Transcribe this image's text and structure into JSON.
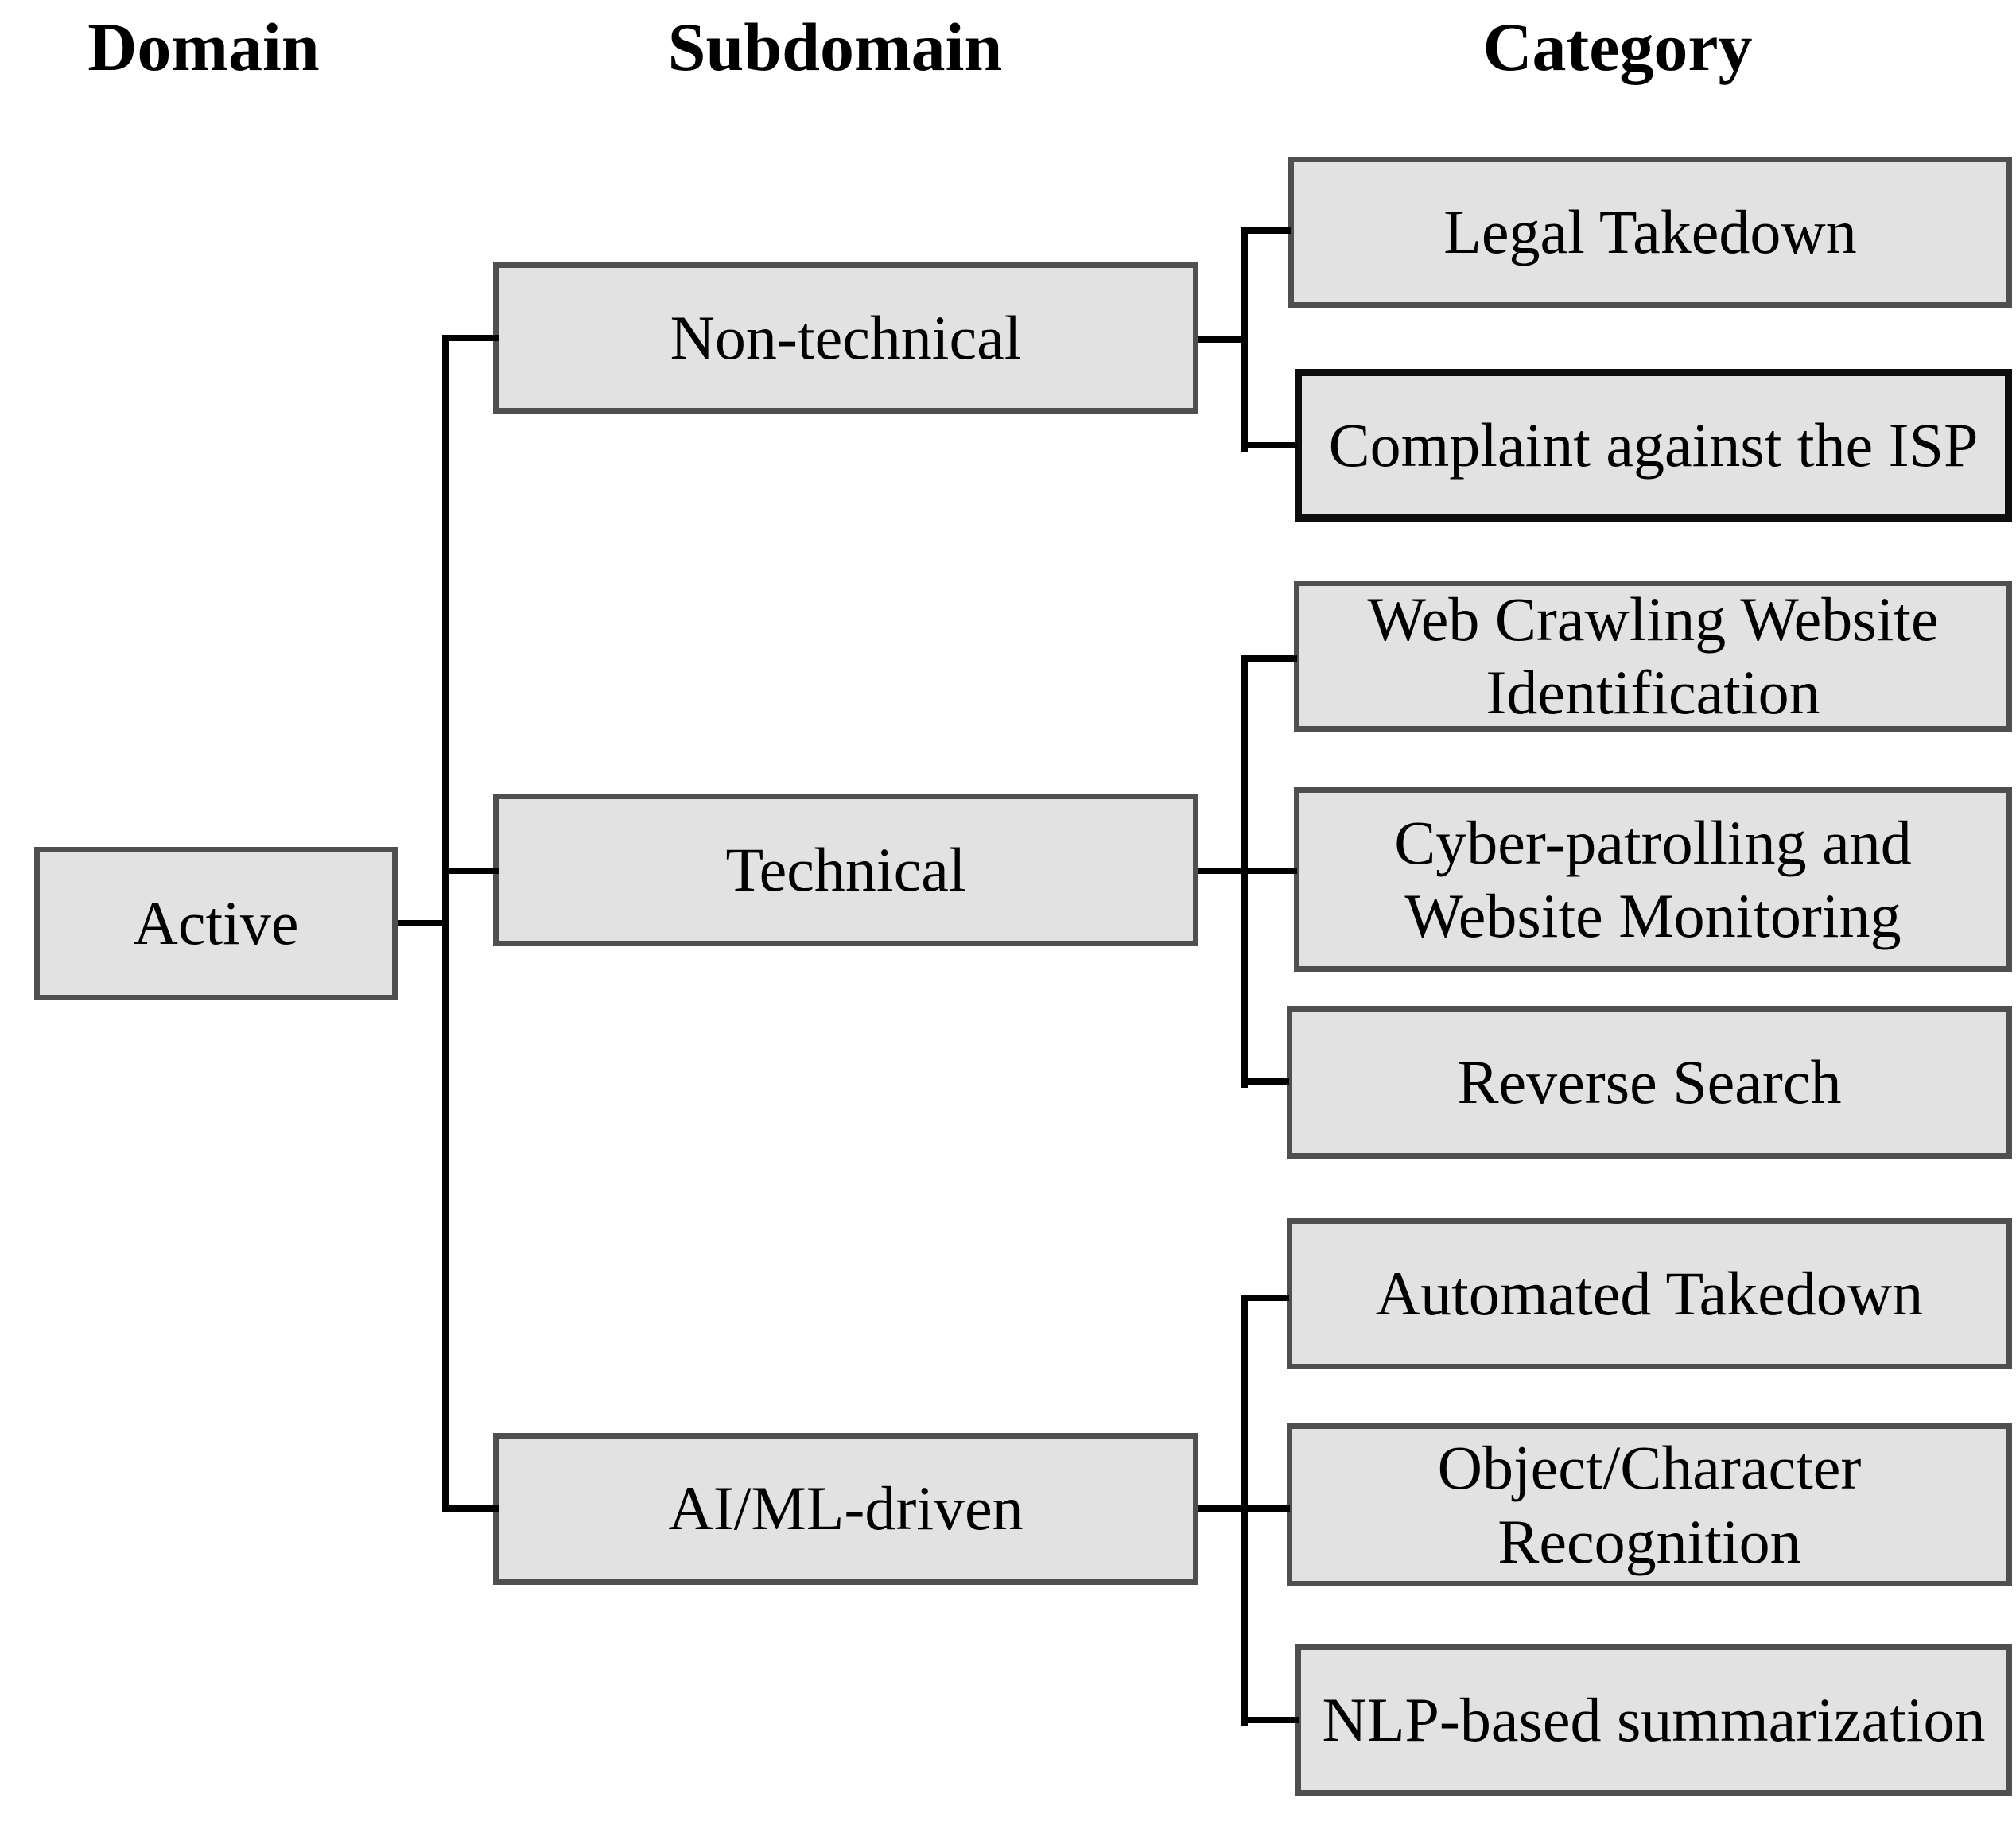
{
  "figure": {
    "headers": {
      "domain": "Domain",
      "subdomain": "Subdomain",
      "category": "Category"
    },
    "domain_node": "Active",
    "subdomains": [
      {
        "label": "Non-technical",
        "categories": [
          "Legal Takedown",
          "Complaint against the ISP"
        ]
      },
      {
        "label": "Technical",
        "categories": [
          "Web Crawling Website\nIdentification",
          "Cyber-patrolling and\nWebsite Monitoring",
          "Reverse Search"
        ]
      },
      {
        "label": "AI/ML-driven",
        "categories": [
          "Automated Takedown",
          "Object/Character\nRecognition",
          "NLP-based summarization"
        ]
      }
    ],
    "colors": {
      "box_fill": "#e2e2e2",
      "box_border": "#4f4f4f",
      "highlight_border": "#0d0d0d",
      "connector": "#000000",
      "text": "#000000",
      "background": "#ffffff"
    }
  }
}
